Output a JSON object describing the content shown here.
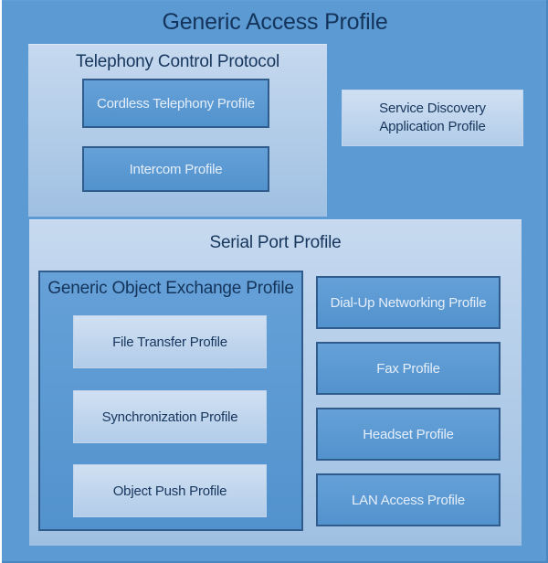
{
  "title": "Generic Access Profile",
  "telephony": {
    "title": "Telephony Control Protocol",
    "items": {
      "cordless": "Cordless Telephony Profile",
      "intercom": "Intercom Profile"
    }
  },
  "sdap": "Service Discovery Application Profile",
  "serial": {
    "title": "Serial Port Profile",
    "goep": {
      "title": "Generic Object Exchange Profile",
      "items": {
        "file_transfer": "File Transfer Profile",
        "synchronization": "Synchronization Profile",
        "object_push": "Object Push Profile"
      }
    },
    "items": {
      "dialup": "Dial-Up Networking Profile",
      "fax": "Fax Profile",
      "headset": "Headset Profile",
      "lan": "LAN Access Profile"
    }
  },
  "colors": {
    "background": "#5b9ad3",
    "panel_light_top": "#c6d9ef",
    "panel_light_bottom": "#9fc0e2",
    "box_blue_top": "#66a1d8",
    "box_blue_bottom": "#5292cd",
    "box_border_dark": "#2f5c8c",
    "leaf_light_top": "#d0e0f2",
    "leaf_light_bottom": "#b2cce9",
    "text_dark": "#17365d",
    "text_light": "#e4eefa"
  }
}
